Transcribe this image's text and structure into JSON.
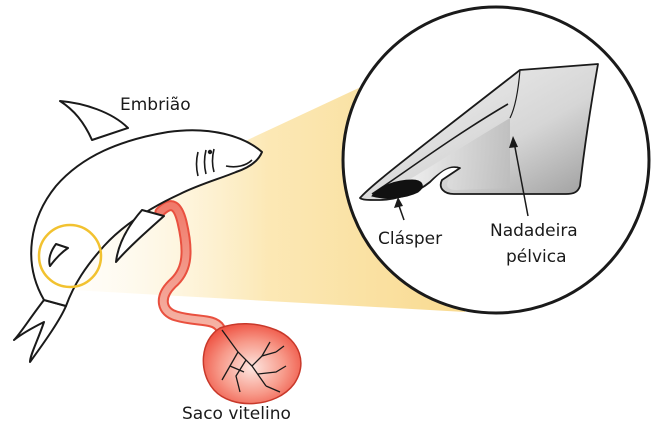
{
  "labels": {
    "embryo": "Embrião",
    "clasper": "Clásper",
    "pelvic_fin_line1": "Nadadeira",
    "pelvic_fin_line2": "pélvica",
    "yolk_sac": "Saco vitelino"
  },
  "colors": {
    "highlight_circle": "#f2c230",
    "zoom_beam": "#fbe7b0",
    "yolk_sac_fill": "#f04a3a",
    "clasper_fill": "#111111",
    "outline": "#1a1a1a"
  }
}
